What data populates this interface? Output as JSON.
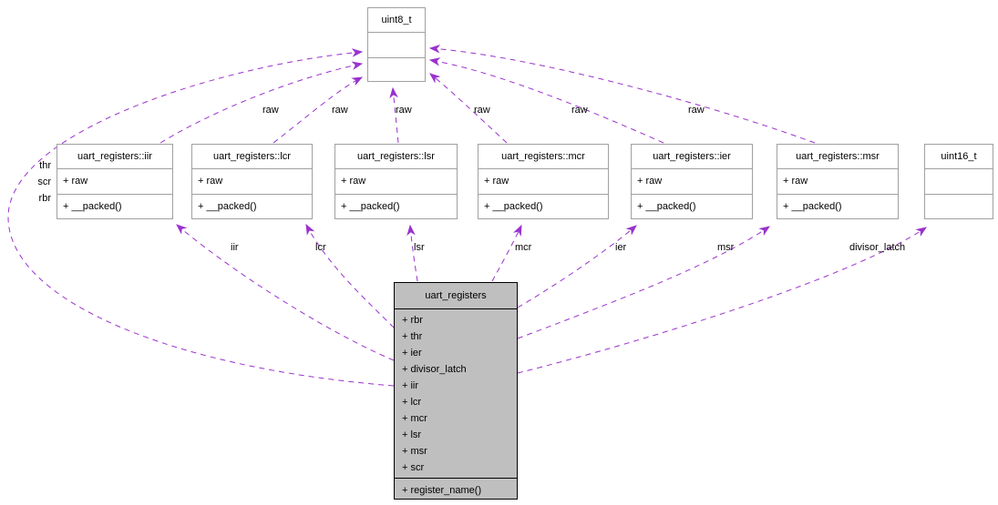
{
  "diagram_type": "uml-collaboration",
  "colors": {
    "edge": "#9a32cd",
    "box_border": "#a0a0a0",
    "main_fill": "#bfbfbf",
    "main_border": "#000000",
    "background": "#ffffff",
    "text": "#000000"
  },
  "nodes": {
    "uint8": {
      "title": "uint8_t"
    },
    "uint16": {
      "title": "uint16_t"
    },
    "iir": {
      "title": "uart_registers::iir",
      "members": [
        "+ raw"
      ],
      "methods": [
        "+ __packed()"
      ]
    },
    "lcr": {
      "title": "uart_registers::lcr",
      "members": [
        "+ raw"
      ],
      "methods": [
        "+ __packed()"
      ]
    },
    "lsr": {
      "title": "uart_registers::lsr",
      "members": [
        "+ raw"
      ],
      "methods": [
        "+ __packed()"
      ]
    },
    "mcr": {
      "title": "uart_registers::mcr",
      "members": [
        "+ raw"
      ],
      "methods": [
        "+ __packed()"
      ]
    },
    "ier": {
      "title": "uart_registers::ier",
      "members": [
        "+ raw"
      ],
      "methods": [
        "+ __packed()"
      ]
    },
    "msr": {
      "title": "uart_registers::msr",
      "members": [
        "+ raw"
      ],
      "methods": [
        "+ __packed()"
      ]
    },
    "main": {
      "title": "uart_registers",
      "members": [
        "+ rbr",
        "+ thr",
        "+ ier",
        "+ divisor_latch",
        "+ iir",
        "+ lcr",
        "+ mcr",
        "+ lsr",
        "+ msr",
        "+ scr"
      ],
      "methods": [
        "+ register_name()"
      ]
    }
  },
  "edge_labels": {
    "raw": "raw",
    "iir": "iir",
    "lcr": "lcr",
    "lsr": "lsr",
    "mcr": "mcr",
    "ier": "ier",
    "msr": "msr",
    "divisor_latch": "divisor_latch",
    "thr": "thr",
    "scr": "scr",
    "rbr": "rbr"
  }
}
